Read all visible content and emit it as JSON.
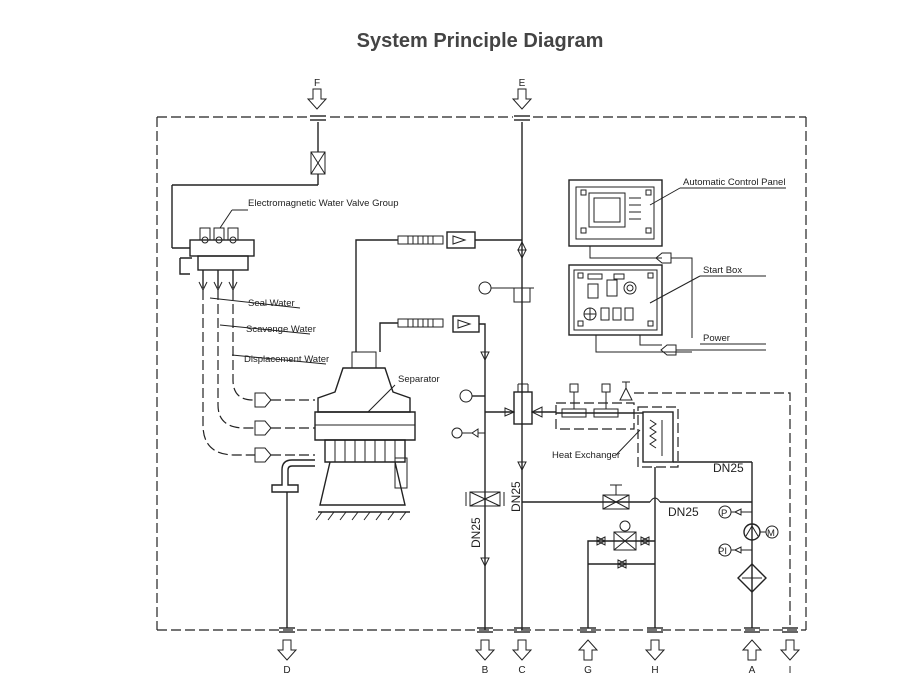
{
  "title": "System Principle Diagram",
  "labels": {
    "valve_group": "Electromagnetic Water Valve Group",
    "seal_water": "Seal Water",
    "scavenge_water": "Scavenge Water",
    "displacement_water": "Displacement Water",
    "separator": "Separator",
    "control_panel": "Automatic Control Panel",
    "start_box": "Start Box",
    "power": "Power",
    "heat_exchanger": "Heat Exchanger",
    "dn25_a": "DN25",
    "dn25_b": "DN25",
    "dn25_c": "DN25",
    "dn25_d": "DN25",
    "gauge_p": "P",
    "gauge_pi": "PI",
    "motor_m": "M"
  },
  "ports": {
    "top": [
      "F",
      "E"
    ],
    "bottom": [
      "D",
      "B",
      "C",
      "G",
      "H",
      "A",
      "I"
    ]
  },
  "icons": [
    "inlet-arrow-icon",
    "outlet-arrow-icon",
    "valve-icon",
    "pump-icon",
    "filter-icon",
    "motor-icon",
    "temperature-sensor-icon",
    "safety-valve-icon"
  ]
}
